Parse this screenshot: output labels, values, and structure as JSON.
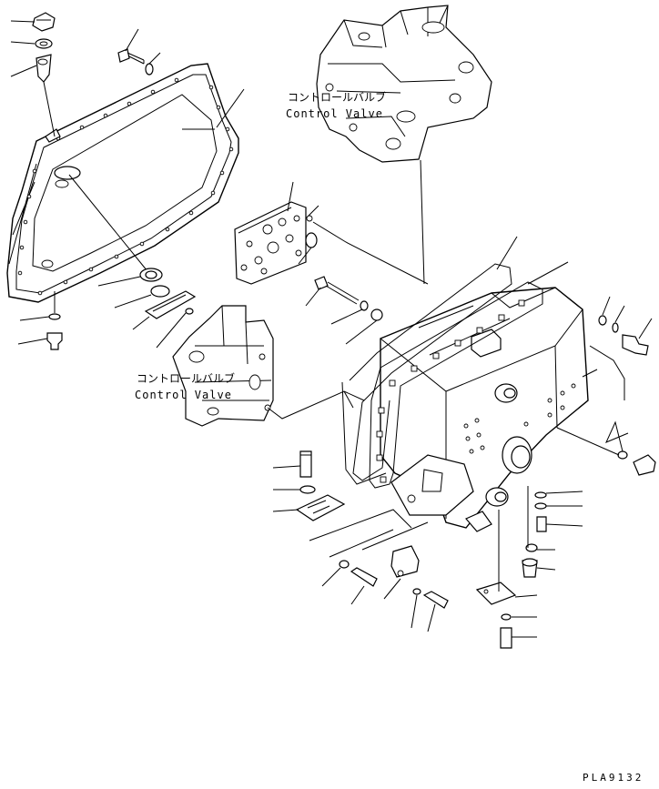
{
  "labels": {
    "control_valve_top_jp": "コントロールバルブ",
    "control_valve_top_en": "Control Valve",
    "control_valve_left_jp": "コントロールバルブ",
    "control_valve_left_en": "Control Valve"
  },
  "drawing_code": "PLA9132"
}
